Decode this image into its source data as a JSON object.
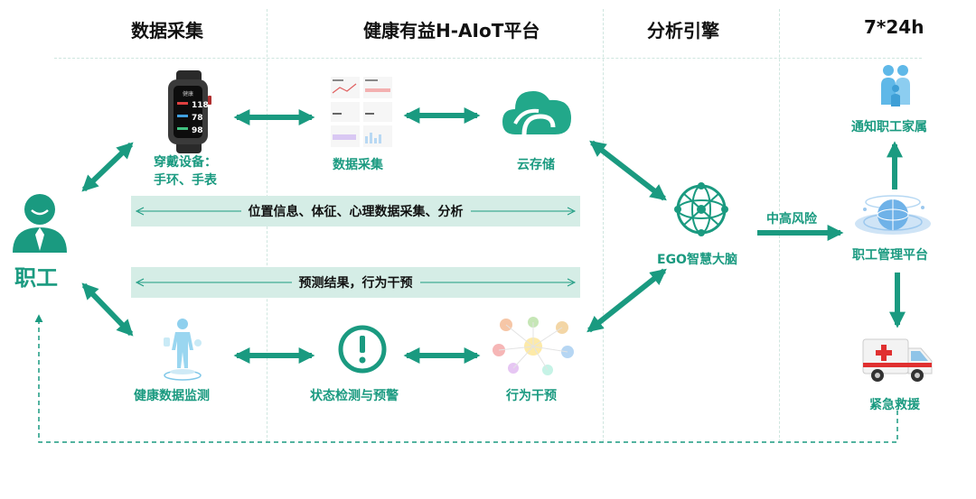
{
  "headers": {
    "col1": "数据采集",
    "col2": "健康有益H-AIoT平台",
    "col3": "分析引擎",
    "col4": "7*24h"
  },
  "nodes": {
    "worker": "职工",
    "wearable_line1": "穿戴设备：",
    "wearable_line2": "手环、手表",
    "data_collect": "数据采集",
    "cloud_storage": "云存储",
    "ego_brain": "EGO智慧大脑",
    "health_monitor": "健康数据监测",
    "status_alert": "状态检测与预警",
    "behavior_intervention": "行为干预",
    "notify_family": "通知职工家属",
    "mgmt_platform": "职工管理平台",
    "emergency": "紧急救援"
  },
  "bands": {
    "top": "位置信息、体征、心理数据采集、分析",
    "bottom": "预测结果，行为干预"
  },
  "edge_labels": {
    "risk": "中高风险"
  },
  "watch_screen": {
    "title": "健康",
    "values": [
      "118",
      "78",
      "98"
    ]
  },
  "colors": {
    "accent": "#1a9a80",
    "band": "#d5ede6",
    "ambulance_red": "#e03030"
  },
  "icons": [
    "person-icon",
    "smartwatch-icon",
    "dashboard-icon",
    "cloud-icon",
    "brain-network-icon",
    "body-scan-icon",
    "alert-icon",
    "intervention-cluster-icon",
    "family-icon",
    "platform-globe-icon",
    "ambulance-icon"
  ]
}
